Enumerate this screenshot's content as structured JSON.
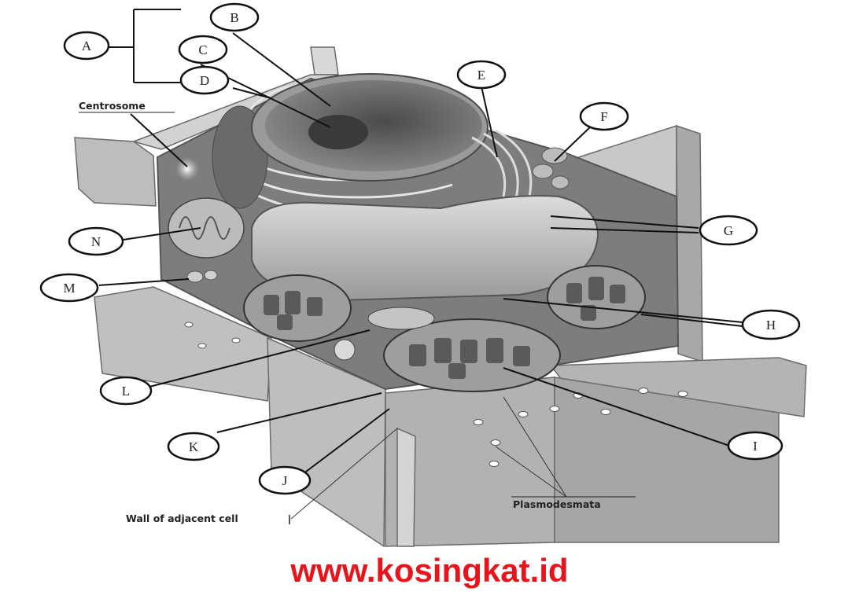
{
  "labels": {
    "a": "A",
    "b": "B",
    "c": "C",
    "d": "D",
    "e": "E",
    "f": "F",
    "g": "G",
    "h": "H",
    "i": "I",
    "j": "J",
    "k": "K",
    "l": "L",
    "m": "M",
    "n": "N"
  },
  "annotations": {
    "centrosome": "Centrosome",
    "wall_adjacent": "Wall of adjacent cell",
    "plasmodesmata": "Plasmodesmata"
  },
  "watermark": "www.kosingkat.id",
  "colors": {
    "watermark": "#e8141c",
    "ink": "#222222"
  }
}
